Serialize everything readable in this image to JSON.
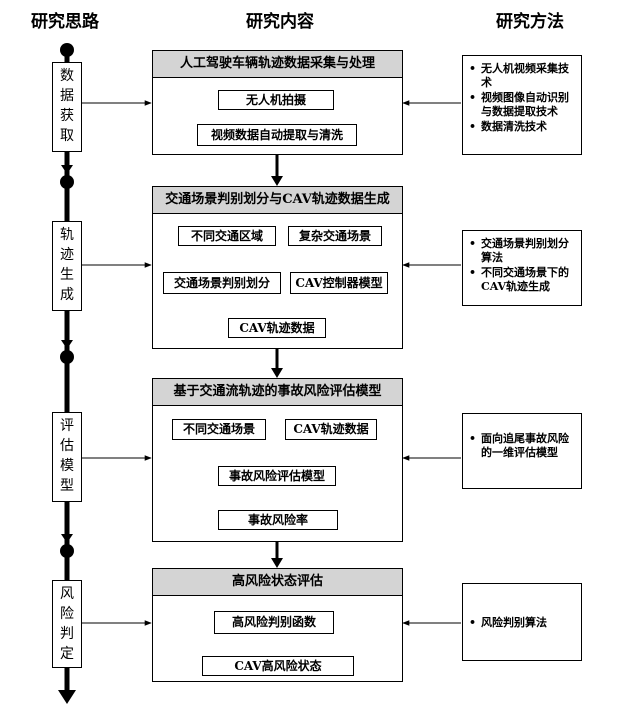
{
  "headers": {
    "left": "研究思路",
    "middle": "研究内容",
    "right": "研究方法"
  },
  "stages": [
    {
      "label": [
        "数",
        "据",
        "获",
        "取"
      ],
      "title": "人工驾驶车辆轨迹数据采集与处理",
      "nodes": [
        "无人机拍摄",
        "视频数据自动提取与清洗"
      ],
      "methods": [
        "无人机视频采集技术",
        "视频图像自动识别与数据提取技术",
        "数据清洗技术"
      ]
    },
    {
      "label": [
        "轨",
        "迹",
        "生",
        "成"
      ],
      "title": "交通场景判别划分与CAV轨迹数据生成",
      "nodes": [
        "不同交通区域",
        "复杂交通场景",
        "交通场景判别划分",
        "CAV控制器模型",
        "CAV轨迹数据"
      ],
      "methods": [
        "交通场景判别划分算法",
        "不同交通场景下的CAV轨迹生成"
      ]
    },
    {
      "label": [
        "评",
        "估",
        "模",
        "型"
      ],
      "title": "基于交通流轨迹的事故风险评估模型",
      "nodes": [
        "不同交通场景",
        "CAV轨迹数据",
        "事故风险评估模型",
        "事故风险率"
      ],
      "methods": [
        "面向追尾事故风险的一维评估模型"
      ]
    },
    {
      "label": [
        "风",
        "险",
        "判",
        "定"
      ],
      "title": "高风险状态评估",
      "nodes": [
        "高风险判别函数",
        "CAV高风险状态"
      ],
      "methods": [
        "风险判别算法"
      ]
    }
  ]
}
